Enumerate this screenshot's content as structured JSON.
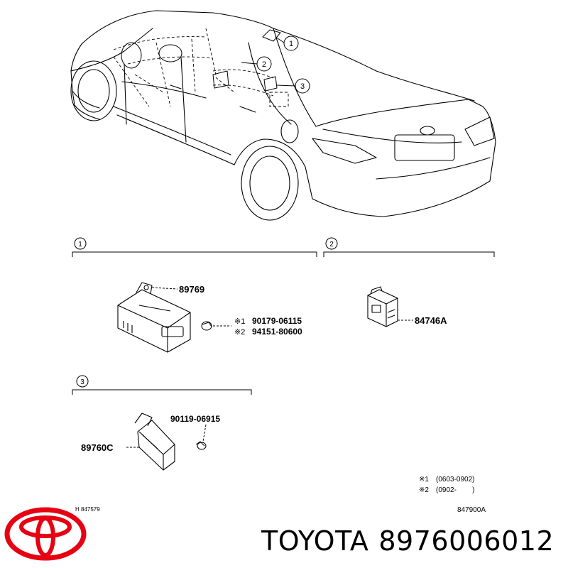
{
  "callouts": {
    "c1": "1",
    "c2": "2",
    "c3": "3"
  },
  "section_1": {
    "label": "1",
    "part_main": "89769",
    "bolt_1_mark": "※1",
    "bolt_1_part": "90179-06115",
    "bolt_2_mark": "※2",
    "bolt_2_part": "94151-80600"
  },
  "section_2": {
    "label": "2",
    "part_main": "84746A"
  },
  "section_3": {
    "label": "3",
    "bolt_part": "90119-06915",
    "part_main": "89760C"
  },
  "notes": {
    "note_1_mark": "※1",
    "note_1_text": "(0603-0902)",
    "note_2_mark": "※2",
    "note_2_text": "(0902-        )"
  },
  "footer": {
    "ref_left": "H 847579",
    "ref_right": "847900A"
  },
  "brand": {
    "name": "TOYOTA",
    "part_number": "8976006012",
    "logo_color": "#e60012"
  }
}
